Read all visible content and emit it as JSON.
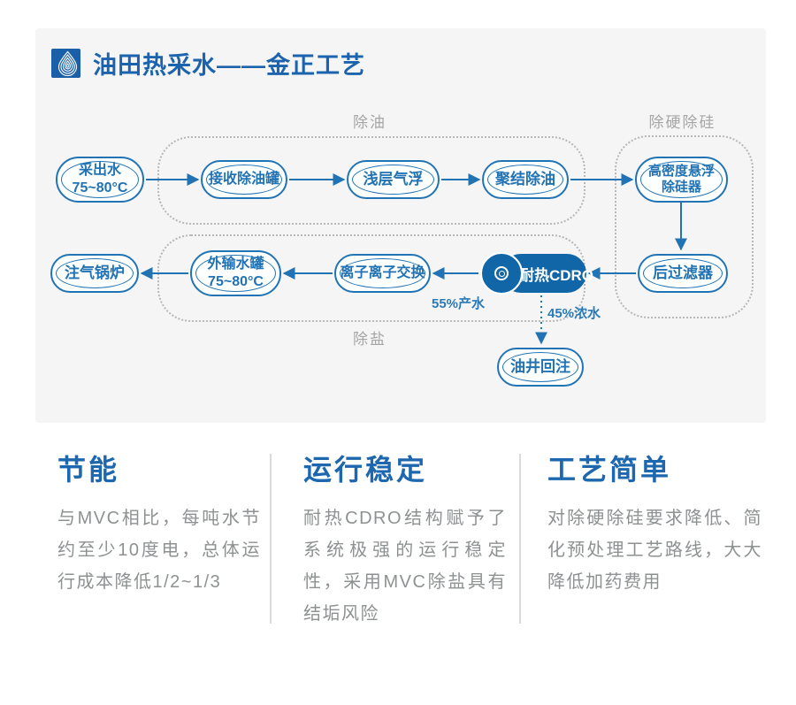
{
  "header": {
    "title": "油田热采水——金正工艺"
  },
  "colors": {
    "accent_blue": "#2273b3",
    "dark_fill": "#1166a8",
    "title_blue": "#1c67ad",
    "group_label_gray": "#a5a5a5",
    "body_gray": "#8e9192",
    "card_bg": "#f5f5f6"
  },
  "diagram": {
    "group_labels": {
      "deoiling": "除油",
      "hardness_silica": "除硬除硅",
      "desalination": "除盐"
    },
    "nodes": {
      "produced_water": {
        "line1": "采出水",
        "line2": "75~80°C"
      },
      "receiving_tank": {
        "label": "接收除油罐"
      },
      "shallow_flotation": {
        "label": "浅层气浮"
      },
      "coalescing_deoiling": {
        "label": "聚结除油"
      },
      "high_density_silica_remover": {
        "line1": "高密度悬浮",
        "line2": "除硅器"
      },
      "post_filter": {
        "label": "后过滤器"
      },
      "heat_resistant_cdro": {
        "label": "耐热CDRO"
      },
      "ion_exchange": {
        "label": "离子离子交换"
      },
      "export_tank": {
        "line1": "外输水罐",
        "line2": "75~80°C"
      },
      "gas_injection_boiler": {
        "label": "注气锅炉"
      },
      "well_reinjection": {
        "label": "油井回注"
      }
    },
    "flow_labels": {
      "product_water": "55%产水",
      "concentrate_water": "45%浓水"
    }
  },
  "features": [
    {
      "title": "节能",
      "body": "与MVC相比，每吨水节约至少10度电，总体运行成本降低1/2~1/3"
    },
    {
      "title": "运行稳定",
      "body": "耐热CDRO结构赋予了系统极强的运行稳定性，采用MVC除盐具有结垢风险"
    },
    {
      "title": "工艺简单",
      "body": "对除硬除硅要求降低、简化预处理工艺路线，大大降低加药费用"
    }
  ]
}
